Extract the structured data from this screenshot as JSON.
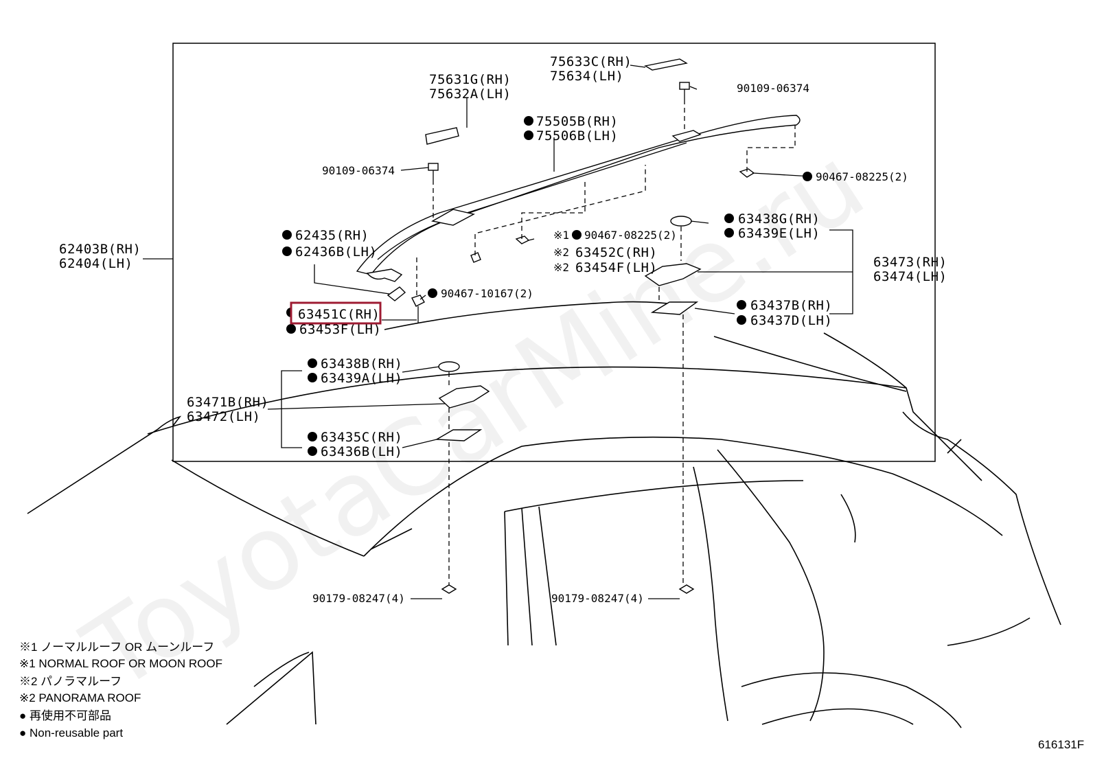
{
  "diagram": {
    "watermark": "ToyotaCarMine.ru",
    "figure_id": "616131F",
    "highlight_color": "#9e1b32",
    "labels": {
      "p75633": [
        "75633C(RH)",
        "75634(LH)"
      ],
      "p75631": [
        "75631G(RH)",
        "75632A(LH)"
      ],
      "p90109_top": "90109-06374",
      "p75505": [
        "75505B(RH)",
        "75506B(LH)"
      ],
      "p90109_left": "90109-06374",
      "p90467_right": "90467-08225(2)",
      "p62435": [
        "62435(RH)",
        "62436B(LH)"
      ],
      "p62403": [
        "62403B(RH)",
        "62404(LH)"
      ],
      "p90467_mid": "90467-08225(2)",
      "p63452": [
        "63452C(RH)",
        "63454F(LH)"
      ],
      "note1_mark": "※1",
      "note2_mark": "※2",
      "p63438g": [
        "63438G(RH)",
        "63439E(LH)"
      ],
      "p63473": [
        "63473(RH)",
        "63474(LH)"
      ],
      "p90467_10167": "90467-10167(2)",
      "p63451": [
        "63451C(RH)",
        "63453F(LH)"
      ],
      "p63437": [
        "63437B(RH)",
        "63437D(LH)"
      ],
      "p63438b": [
        "63438B(RH)",
        "63439A(LH)"
      ],
      "p63471": [
        "63471B(RH)",
        "63472(LH)"
      ],
      "p63435": [
        "63435C(RH)",
        "63436B(LH)"
      ],
      "p90179_left": "90179-08247(4)",
      "p90179_right": "90179-08247(4)"
    },
    "notes": [
      "※1 ノーマルルーフ  OR  ムーンルーフ",
      "※1 NORMAL ROOF OR MOON ROOF",
      "※2 パノラマルーフ",
      "※2 PANORAMA ROOF",
      "● 再使用不可部品",
      "● Non-reusable part"
    ]
  }
}
